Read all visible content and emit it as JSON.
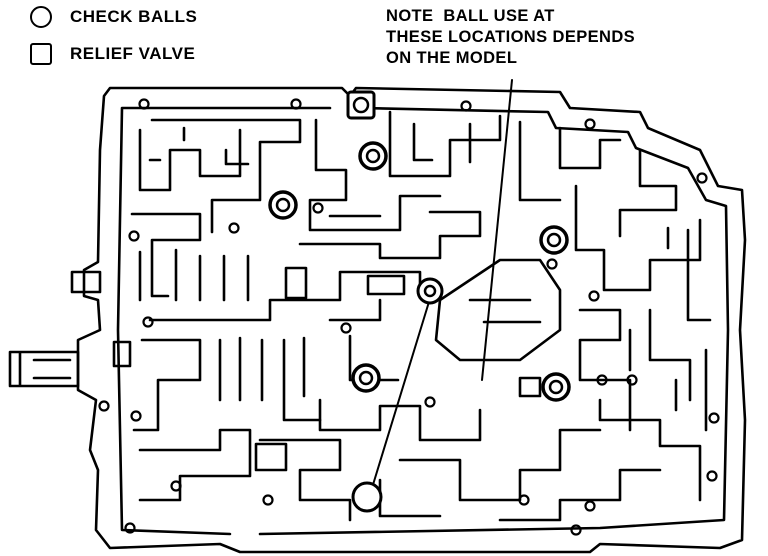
{
  "legend": {
    "check_balls_label": "CHECK BALLS",
    "relief_valve_label": "RELIEF VALVE"
  },
  "note": {
    "lines": [
      "NOTE  BALL USE AT",
      "THESE LOCATIONS DEPENDS",
      "ON THE MODEL"
    ]
  },
  "colors": {
    "ink": "#000000",
    "paper": "#ffffff"
  }
}
